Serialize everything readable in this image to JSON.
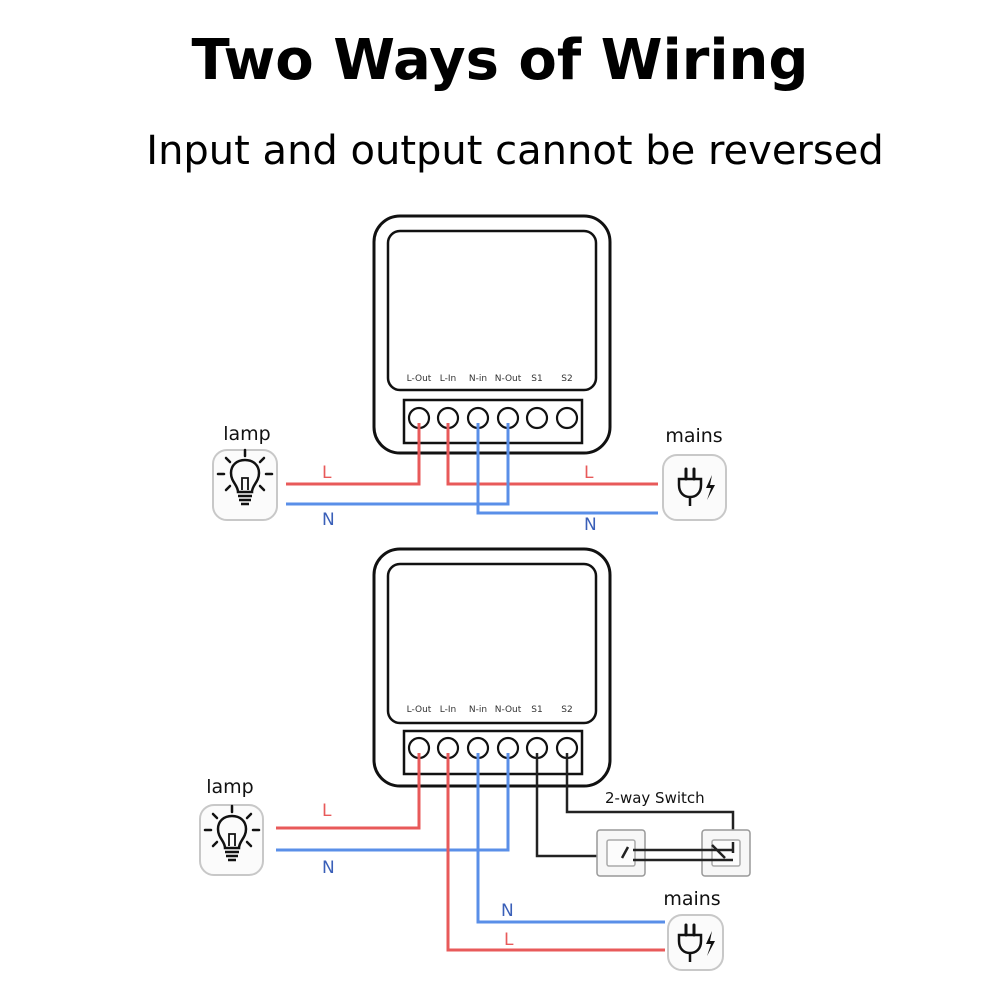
{
  "title": "Two Ways of Wiring",
  "subtitle": "Input and output cannot be reversed",
  "colors": {
    "live": "#e85a5a",
    "neutral": "#5a8fe8",
    "switch_wire": "#222222",
    "device_border": "#111111"
  },
  "terminals": [
    "L-Out",
    "L-In",
    "N-in",
    "N-Out",
    "S1",
    "S2"
  ],
  "diagram1": {
    "left_device_label": "lamp",
    "left_device_icon": "lightbulb-icon",
    "right_device_label": "mains",
    "right_device_icon": "power-plug-icon",
    "wire_L": "L",
    "wire_N": "N",
    "wire_L_right": "L",
    "wire_N_right": "N"
  },
  "diagram2": {
    "left_device_label": "lamp",
    "left_device_icon": "lightbulb-icon",
    "right_device_label": "mains",
    "right_device_icon": "power-plug-icon",
    "wire_L": "L",
    "wire_N": "N",
    "wire_L_mains": "L",
    "wire_N_mains": "N",
    "switch_label": "2-way Switch",
    "switch_icon": "two-way-switch-icon"
  }
}
